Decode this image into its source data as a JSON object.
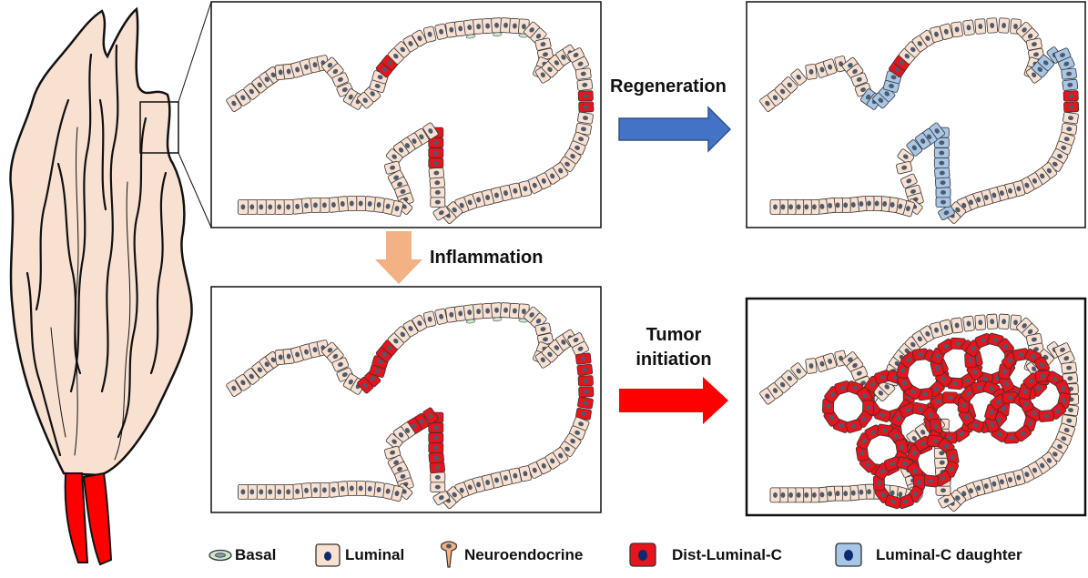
{
  "labels": {
    "regeneration": "Regeneration",
    "inflammation": "Inflammation",
    "tumor_line1": "Tumor",
    "tumor_line2": "initiation"
  },
  "legend": [
    {
      "label": "Basal",
      "icon": "basal-cell-icon"
    },
    {
      "label": "Luminal",
      "icon": "luminal-cell-icon"
    },
    {
      "label": "Neuroendocrine",
      "icon": "neuroendocrine-cell-icon"
    },
    {
      "label": "Dist-Luminal-C",
      "icon": "dist-luminal-c-cell-icon"
    },
    {
      "label": "Luminal-C daughter",
      "icon": "luminal-c-daughter-cell-icon"
    }
  ],
  "colors": {
    "luminal": "#f9e1d2",
    "dist_luminal_c": "#e8131b",
    "luminal_c_daughter": "#a8c6e6",
    "basal": "#cde6cf",
    "nucleus": "#4d5a6c",
    "regeneration_arrow": "#4472c4",
    "inflammation_arrow": "#f4b183",
    "tumor_arrow": "#ff0000"
  }
}
